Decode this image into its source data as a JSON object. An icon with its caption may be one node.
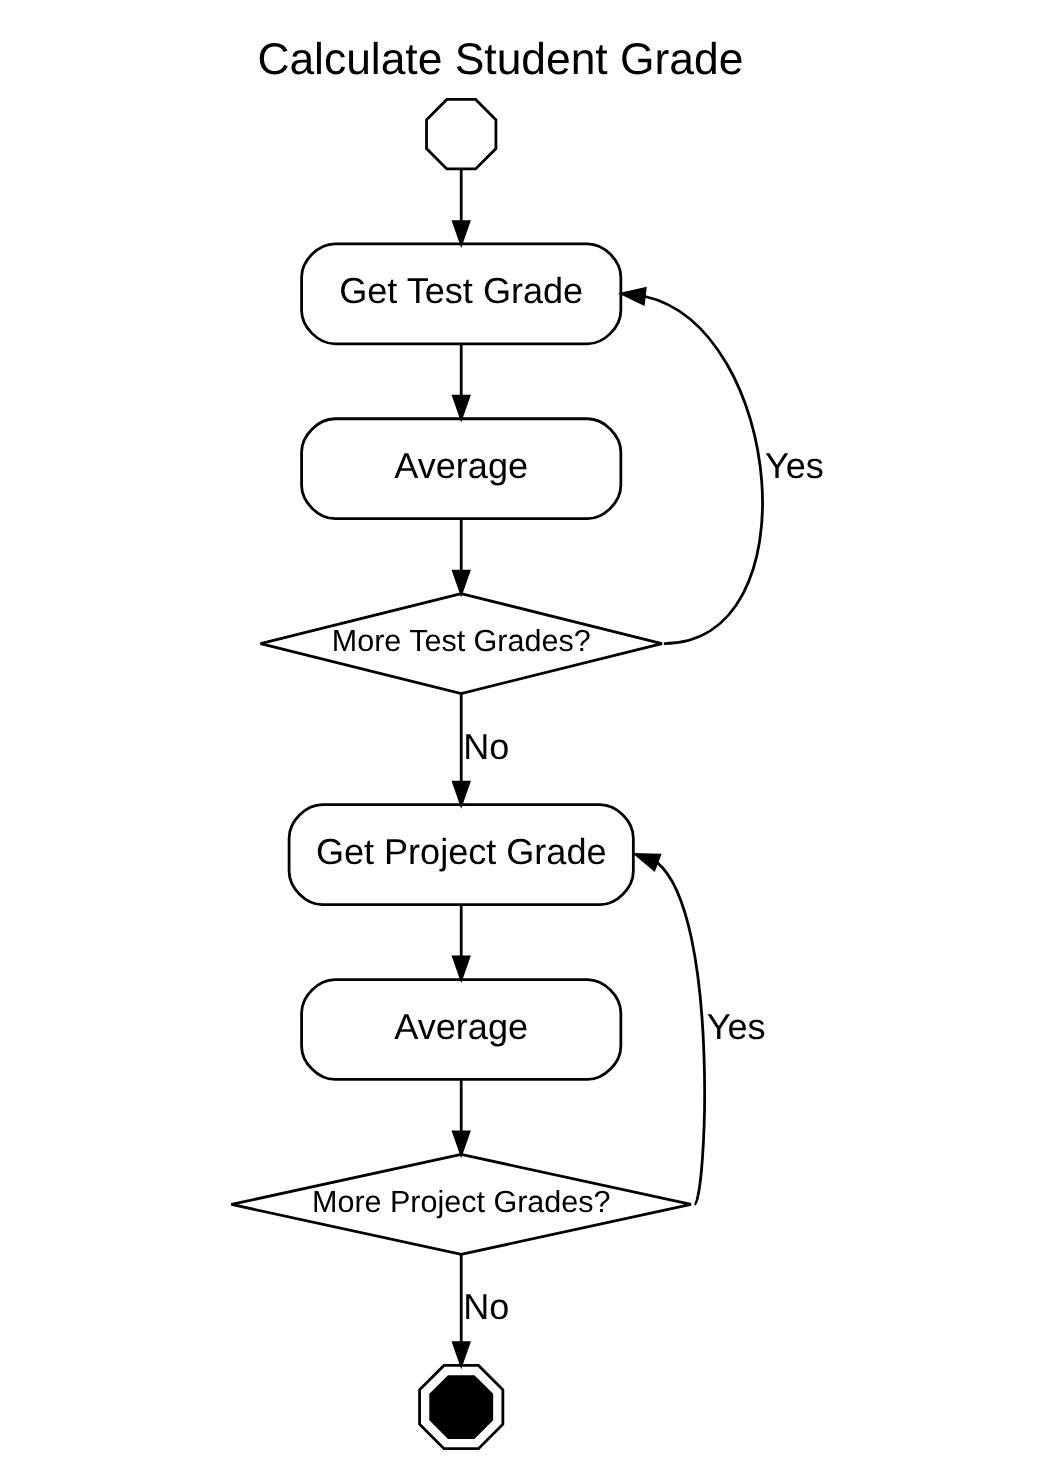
{
  "diagram": {
    "title": "Calculate Student Grade",
    "nodes": [
      {
        "text": [],
        "shape": "octagon"
      },
      {
        "text": [
          "Get Test Grade"
        ]
      },
      {
        "text": [
          "Average"
        ]
      },
      {
        "text": [
          "More Test Grades?"
        ]
      },
      {
        "text": [
          "Get Project Grade"
        ]
      },
      {
        "text": [
          "Average"
        ]
      },
      {
        "text": [
          "More Project Grades?"
        ]
      },
      {
        "text": [],
        "shape": "bullseye"
      }
    ],
    "edges": [
      {
        "from": 0,
        "to": 1,
        "arrow": "to"
      },
      {
        "from": 1,
        "to": 2,
        "arrow": "to"
      },
      {
        "from": 2,
        "to": 3,
        "arrow": "to"
      },
      {
        "from": 3,
        "to": 1,
        "arrow": "to",
        "label": "Yes"
      },
      {
        "from": 3,
        "to": 4,
        "arrow": "to",
        "label": "No"
      },
      {
        "from": 4,
        "to": 5,
        "arrow": "to"
      },
      {
        "from": 5,
        "to": 6,
        "arrow": "to"
      },
      {
        "from": 6,
        "to": 4,
        "arrow": "to",
        "label": "Yes"
      },
      {
        "from": 6,
        "to": 7,
        "arrow": "to",
        "label": "No"
      }
    ]
  }
}
